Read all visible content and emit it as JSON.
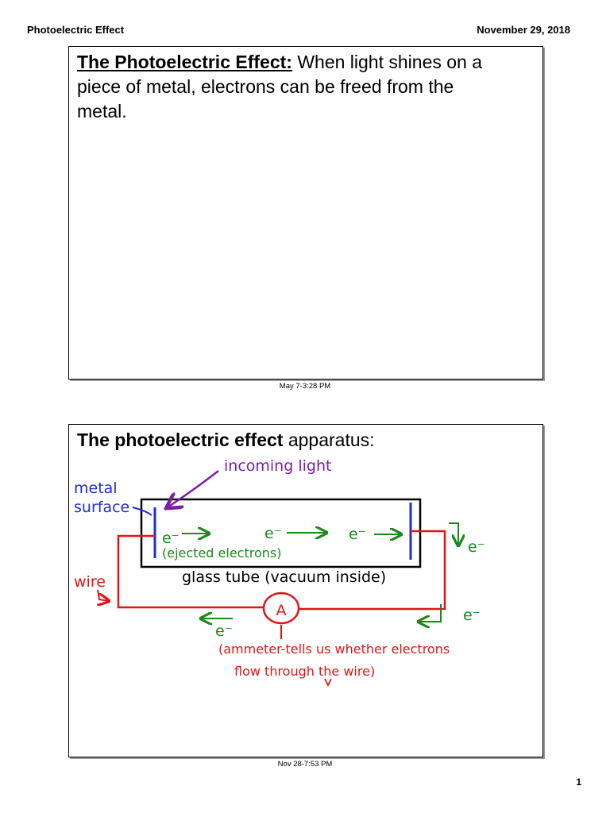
{
  "header": {
    "title": "Photoelectric Effect",
    "date": "November 29, 2018"
  },
  "slide1": {
    "term": "The Photoelectric Effect:",
    "definition": " When light shines on a piece of metal, electrons can be freed from the metal.",
    "timestamp": "May 7-3:28 PM"
  },
  "slide2": {
    "title_bold": "The photoelectric effect",
    "title_rest": " apparatus:",
    "timestamp": "Nov 28-7:53 PM",
    "labels": {
      "incoming_light": "incoming light",
      "metal_line1": "metal",
      "metal_line2": "surface",
      "ejected": "(ejected electrons)",
      "electron": "e⁻",
      "glass_tube": "glass tube (vacuum inside)",
      "wire": "wire",
      "ammeter_symbol": "A",
      "ammeter_note_line1": "(ammeter-tells us whether electrons",
      "ammeter_note_line2": "flow through the wire)"
    },
    "colors": {
      "purple": "#7a1fa2",
      "blue": "#1f2fd0",
      "green": "#1a8a1a",
      "red": "#e01515"
    }
  },
  "page_number": "1"
}
